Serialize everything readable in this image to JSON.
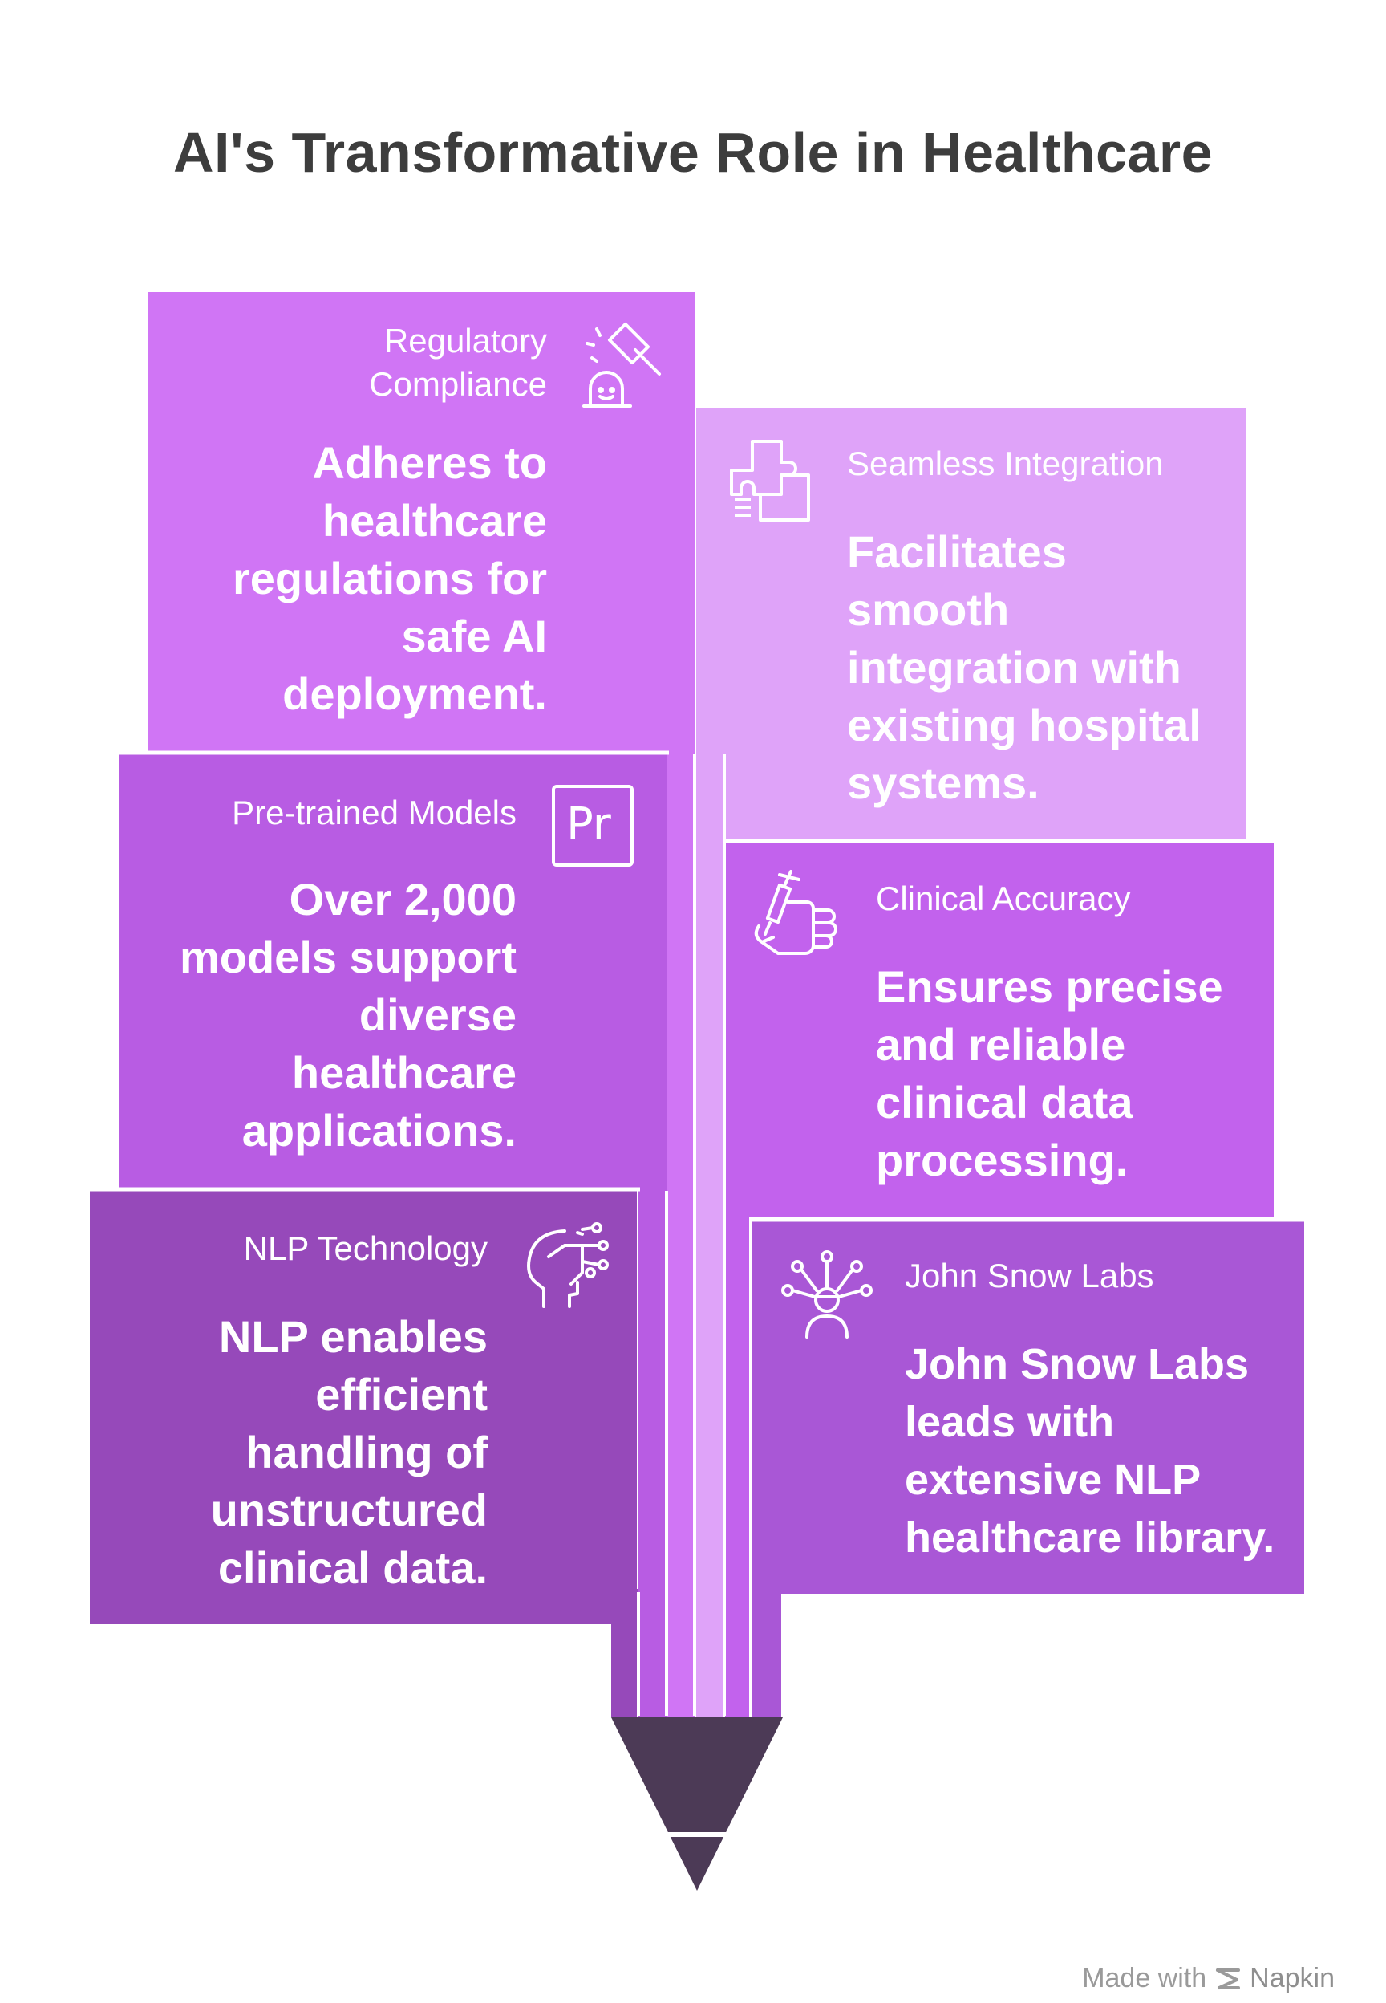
{
  "title": "AI's Transformative Role in Healthcare",
  "colors": {
    "regulatory": "#D075F5",
    "seamless": "#DFA3F9",
    "pretrained": "#B85CE3",
    "clinical": "#C262ED",
    "nlp": "#9649BA",
    "johnsnow": "#A957D6",
    "pencil_tip": "#4C3A56"
  },
  "cards": {
    "regulatory": {
      "heading_line1": "Regulatory",
      "heading_line2": "Compliance",
      "body": [
        "Adheres to",
        "healthcare",
        "regulations for",
        "safe AI",
        "deployment."
      ],
      "icon": "gavel-icon"
    },
    "seamless": {
      "heading": "Seamless Integration",
      "body": [
        "Facilitates",
        "smooth",
        "integration with",
        "existing hospital",
        "systems."
      ],
      "icon": "puzzle-icon"
    },
    "pretrained": {
      "heading": "Pre-trained Models",
      "body": [
        "Over 2,000",
        "models support",
        "diverse",
        "healthcare",
        "applications."
      ],
      "icon_text": "Pr",
      "icon": "premiere-pro-icon"
    },
    "clinical": {
      "heading": "Clinical Accuracy",
      "body": [
        "Ensures precise",
        "and reliable",
        "clinical data",
        "processing."
      ],
      "icon": "hand-syringe-icon"
    },
    "nlp": {
      "heading": "NLP Technology",
      "body": [
        "NLP enables",
        "efficient",
        "handling of",
        "unstructured",
        "clinical data."
      ],
      "icon": "head-circuit-icon"
    },
    "johnsnow": {
      "heading": "John Snow Labs",
      "body": [
        "John Snow Labs",
        "leads with",
        "extensive NLP",
        "healthcare library."
      ],
      "icon": "network-person-icon"
    }
  },
  "footer": {
    "made_with": "Made with",
    "brand": "Napkin",
    "icon": "napkin-logo-icon"
  }
}
